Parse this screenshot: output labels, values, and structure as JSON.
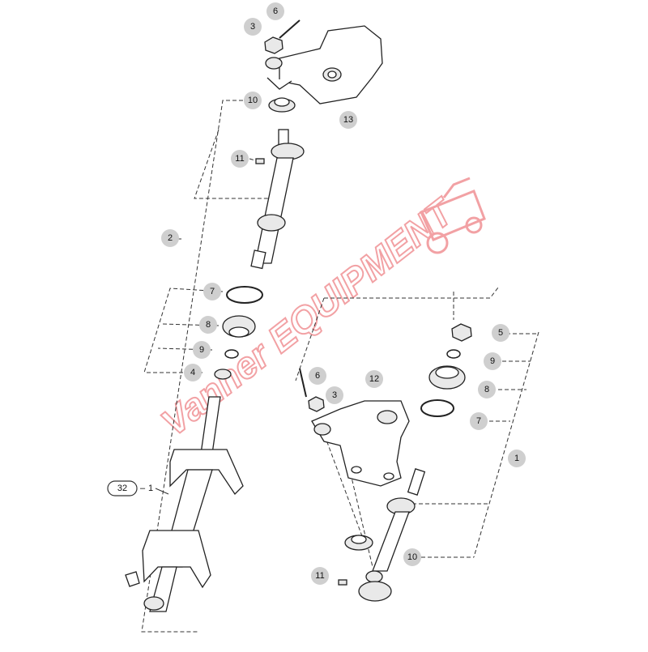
{
  "watermark": {
    "text": "Vanner EQUIPMENT",
    "color": "#e8555a"
  },
  "ref_pill": {
    "number": "32",
    "suffix": "1"
  },
  "callouts": [
    {
      "id": "c-top-3",
      "label": "3"
    },
    {
      "id": "c-top-6",
      "label": "6"
    },
    {
      "id": "c-top-10",
      "label": "10"
    },
    {
      "id": "c-top-13",
      "label": "13"
    },
    {
      "id": "c-top-11",
      "label": "11"
    },
    {
      "id": "c-left-2",
      "label": "2"
    },
    {
      "id": "c-left-7",
      "label": "7"
    },
    {
      "id": "c-left-8",
      "label": "8"
    },
    {
      "id": "c-left-9",
      "label": "9"
    },
    {
      "id": "c-left-4",
      "label": "4"
    },
    {
      "id": "c-right-6",
      "label": "6"
    },
    {
      "id": "c-right-3",
      "label": "3"
    },
    {
      "id": "c-right-12",
      "label": "12"
    },
    {
      "id": "c-right-5",
      "label": "5"
    },
    {
      "id": "c-right-9",
      "label": "9"
    },
    {
      "id": "c-right-8",
      "label": "8"
    },
    {
      "id": "c-right-7",
      "label": "7"
    },
    {
      "id": "c-right-1",
      "label": "1"
    },
    {
      "id": "c-right-10",
      "label": "10"
    },
    {
      "id": "c-bottom-11",
      "label": "11"
    }
  ]
}
